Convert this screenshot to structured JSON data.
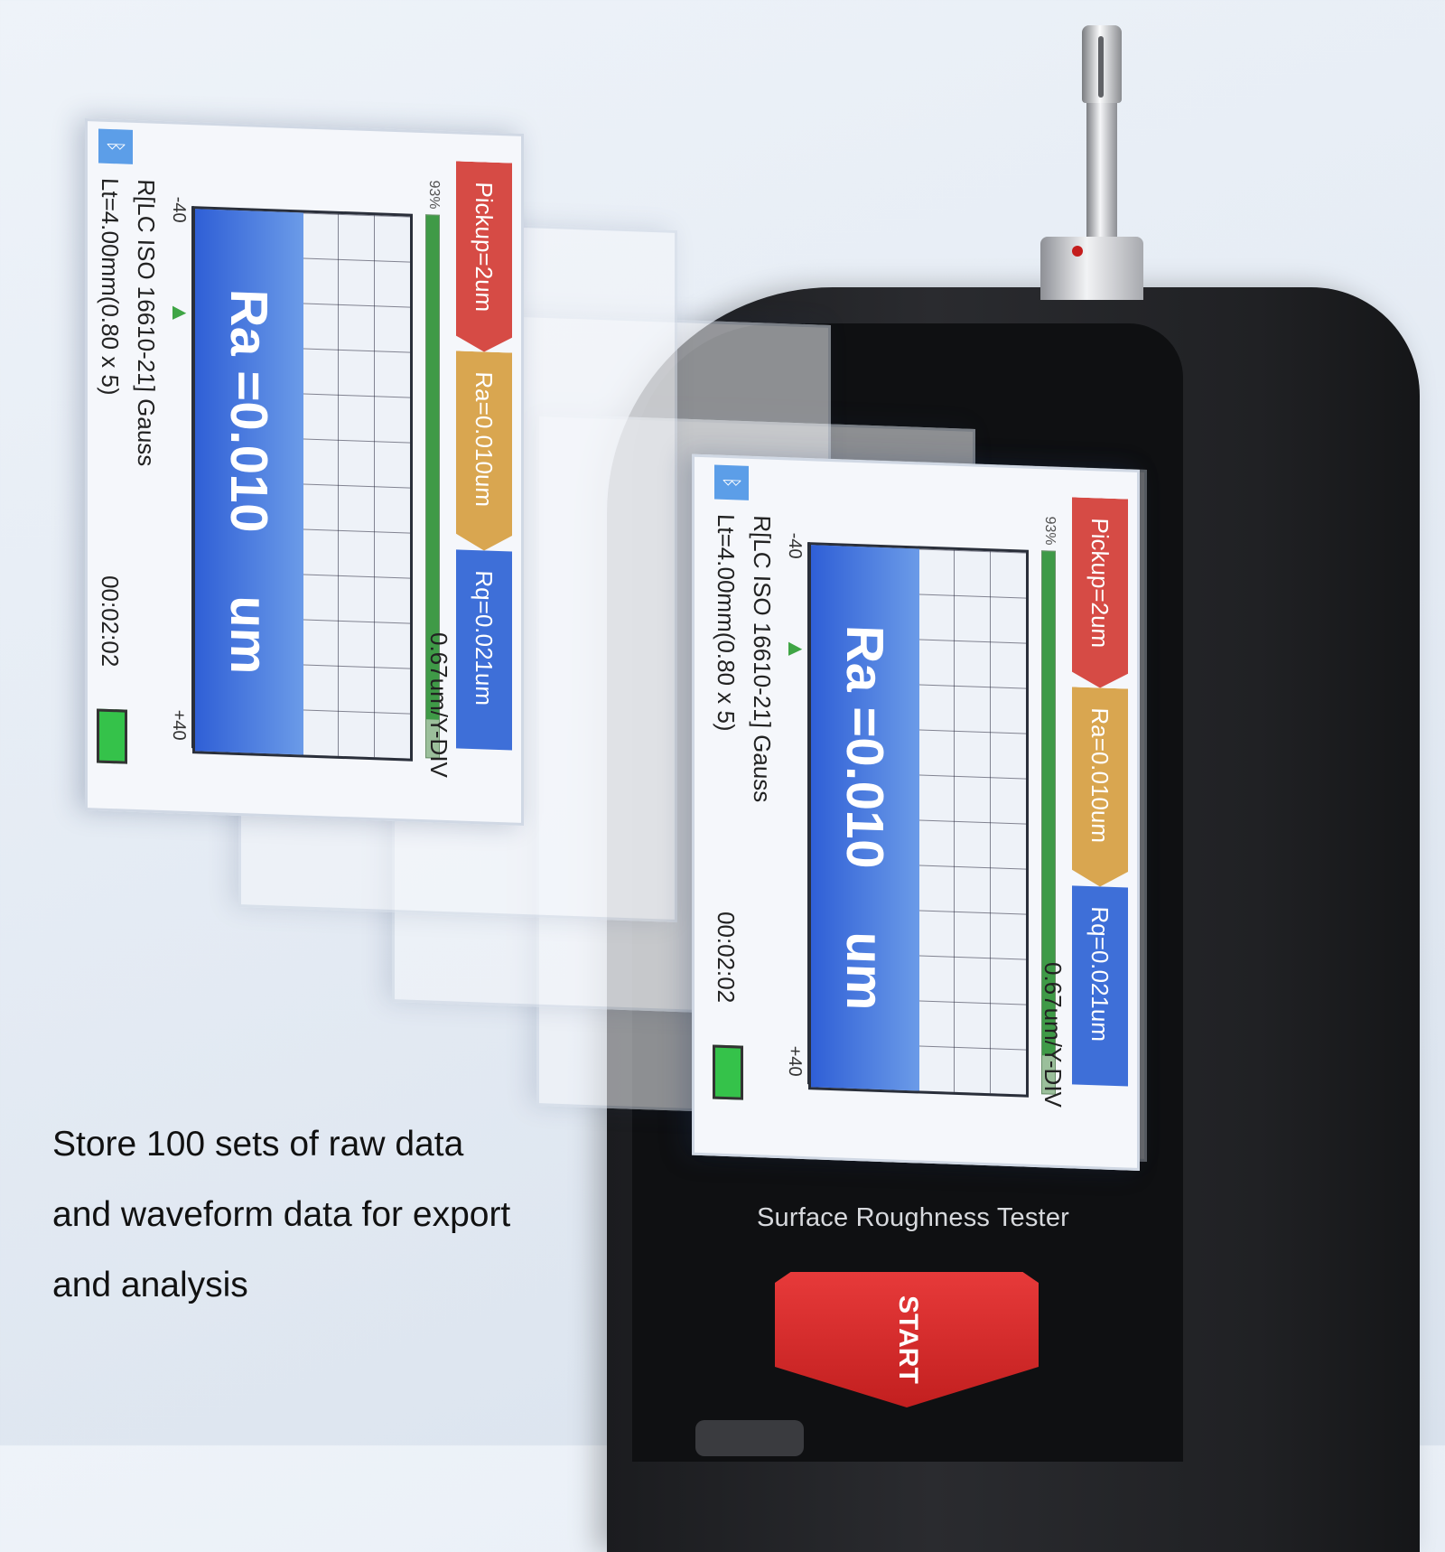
{
  "device": {
    "label": "Surface Roughness Tester",
    "start_label": "START"
  },
  "screen": {
    "pickup": "Pickup=2um",
    "ra_tag": "Ra=0.010um",
    "rq_tag": "Rq=0.021um",
    "level_pct": "93%",
    "level_fraction": 0.93,
    "ra_value": "Ra =0.010",
    "ra_unit": "um",
    "scale_low": "-40",
    "scale_high": "+40",
    "standard": "R[LC ISO 16610-21] Gauss",
    "length": "Lt=4.00mm(0.80 x 5)",
    "time": "00:02:02",
    "ydiv": "0.67um/Y-DIV",
    "bt_icon": "bluetooth-icon"
  },
  "caption": {
    "lines": [
      "Store 100 sets of raw data",
      "and waveform data for export",
      "and analysis"
    ]
  },
  "colors": {
    "pickup_tag": "#d64b45",
    "ra_tag": "#d9a650",
    "rq_tag": "#3e6fd8",
    "ra_box": "#2f5fd6",
    "start_button": "#d42a2a"
  }
}
